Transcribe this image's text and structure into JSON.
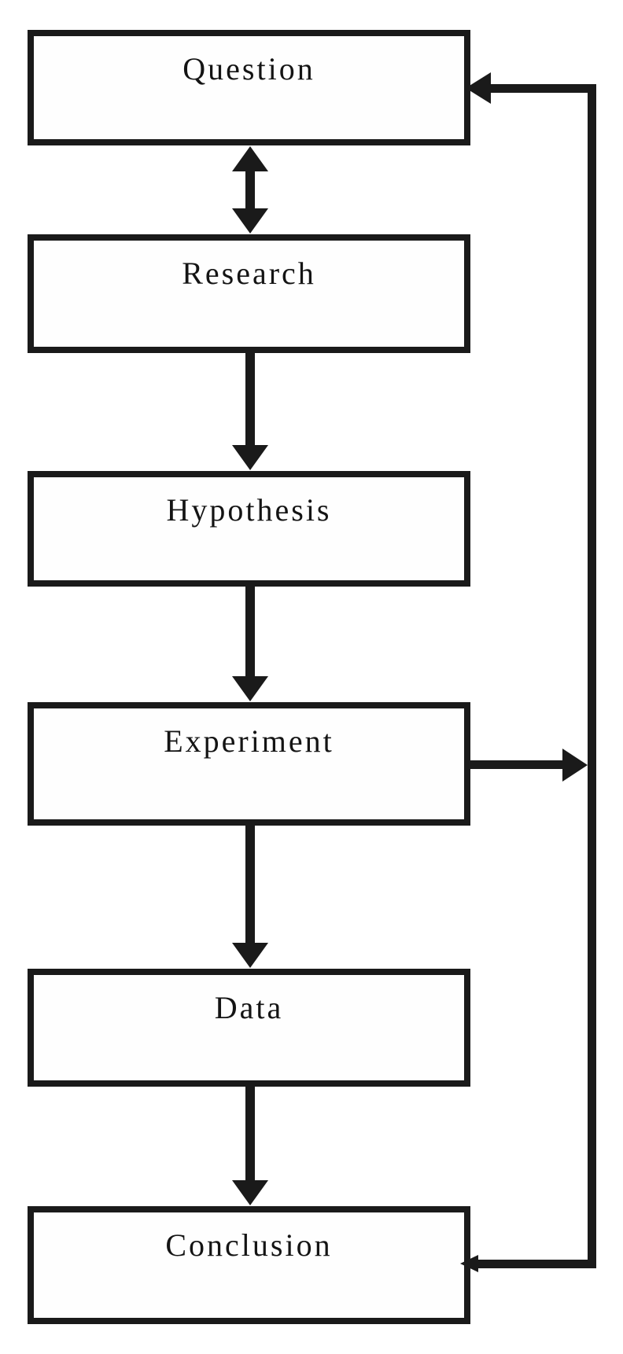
{
  "diagram": {
    "steps": [
      {
        "id": "question",
        "label": "Question"
      },
      {
        "id": "research",
        "label": "Research"
      },
      {
        "id": "hypothesis",
        "label": "Hypothesis"
      },
      {
        "id": "experiment",
        "label": "Experiment"
      },
      {
        "id": "data",
        "label": "Data"
      },
      {
        "id": "conclusion",
        "label": "Conclusion"
      }
    ],
    "connections": [
      {
        "from": "Question",
        "to": "Research",
        "style": "double-headed-vertical"
      },
      {
        "from": "Research",
        "to": "Hypothesis",
        "style": "arrow-down"
      },
      {
        "from": "Hypothesis",
        "to": "Experiment",
        "style": "arrow-down"
      },
      {
        "from": "Experiment",
        "to": "Data",
        "style": "arrow-down"
      },
      {
        "from": "Data",
        "to": "Conclusion",
        "style": "arrow-down"
      },
      {
        "from": "Experiment",
        "to": "feedback-line",
        "style": "arrow-right"
      },
      {
        "from": "feedback-line",
        "to": "Question",
        "style": "arrow-left"
      },
      {
        "from": "feedback-line",
        "to": "Conclusion",
        "style": "arrow-left-small"
      }
    ],
    "colors": {
      "line": "#1a1a1a",
      "background": "#ffffff",
      "box_fill": "#fefefe",
      "text": "#141414"
    }
  }
}
